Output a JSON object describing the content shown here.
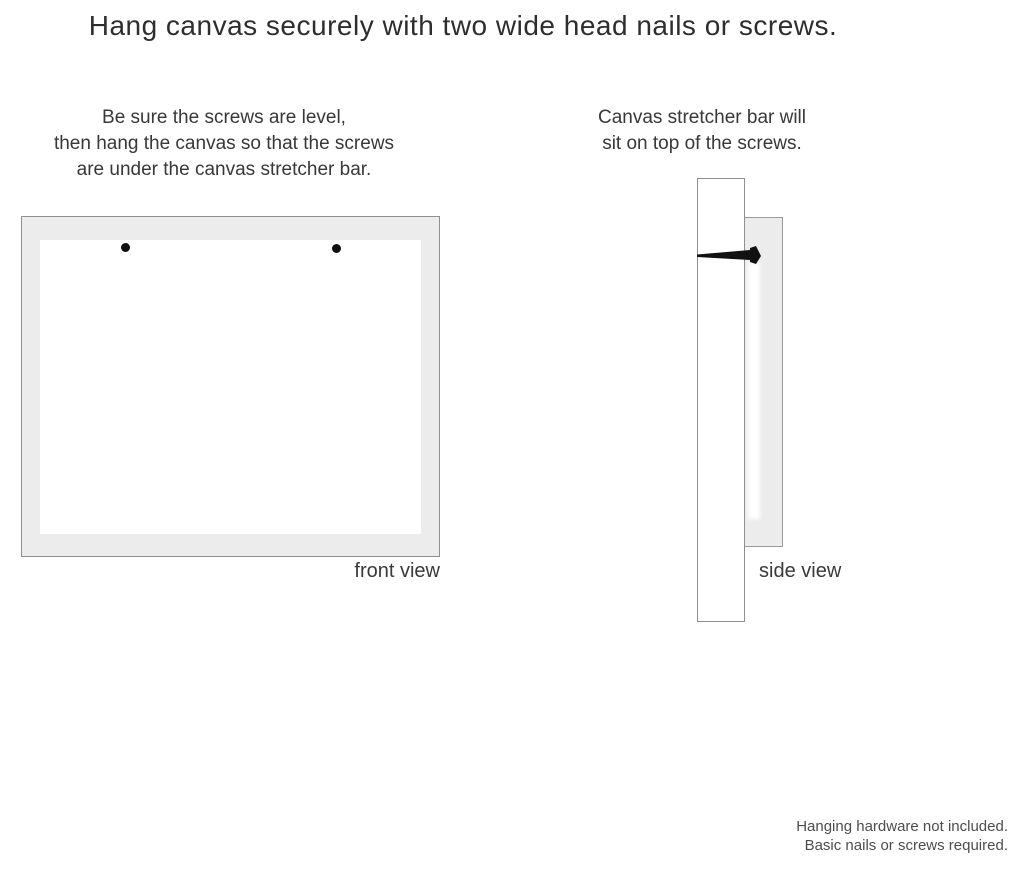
{
  "title": "Hang canvas securely with two wide head nails or screws.",
  "instructions": {
    "front_lines": [
      "Be sure the screws are level,",
      "then hang the canvas so that the screws",
      "are under the canvas stretcher bar."
    ],
    "side_lines": [
      "Canvas stretcher bar will",
      "sit on top of the screws."
    ]
  },
  "figures": {
    "front": {
      "label": "front view"
    },
    "side": {
      "label": "side view"
    }
  },
  "footer": {
    "lines": [
      "Hanging hardware not included.",
      "Basic nails or screws required."
    ]
  },
  "icons": {
    "nail_side_profile": "nail-icon",
    "nail_heads_front": "nail-dot-icon"
  },
  "colors": {
    "canvas_fill": "#ececec",
    "border_color": "#8f8f8f",
    "nail_color": "#111111",
    "text_color": "#333333"
  }
}
